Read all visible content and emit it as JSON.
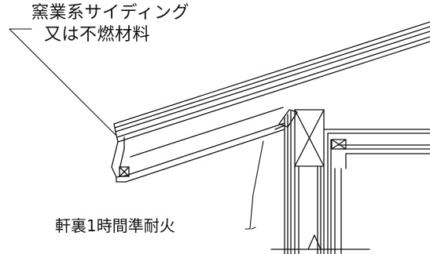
{
  "labels": {
    "siding": [
      "窯業系サイディング",
      "又は不燃材料"
    ],
    "soffit": "軒裏1時間準耐火"
  },
  "colors": {
    "line": "#111111",
    "background": "#ffffff"
  }
}
